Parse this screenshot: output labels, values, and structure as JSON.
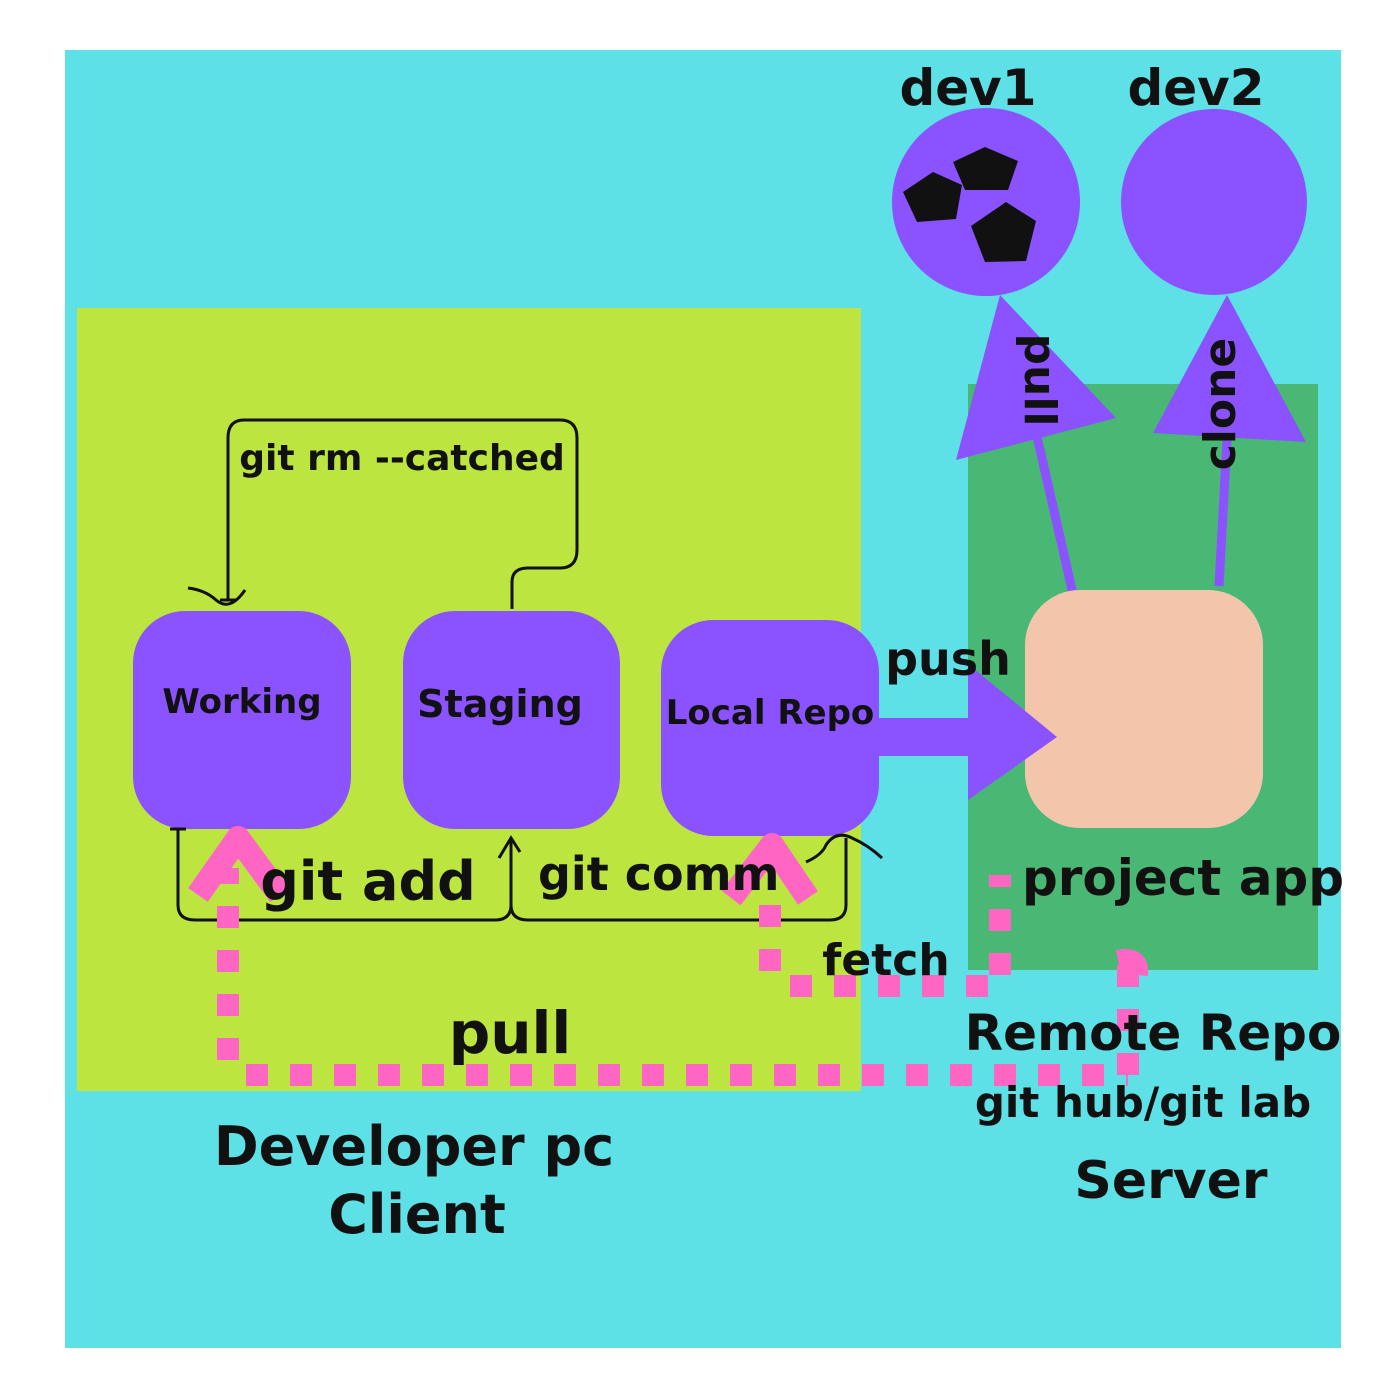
{
  "colors": {
    "canvas": "#5ee1e6",
    "client_panel": "#bce63f",
    "server_panel": "#48b874",
    "node": "#8b52ff",
    "project_app": "#f3c6ac",
    "dashed": "#ff66c4",
    "ink": "#111111"
  },
  "labels": {
    "dev1": "dev1",
    "dev2": "dev2",
    "pull_dev1": "pull",
    "clone_dev2": "clone",
    "git_rm": "git rm --catched",
    "working": "Working",
    "staging": "Staging",
    "local_repo": "Local Repo",
    "push": "push",
    "git_add": "git add",
    "git_commit": "git comm",
    "project_app": "project app",
    "fetch": "fetch",
    "pull_client": "pull",
    "remote_repo": "Remote Repo",
    "git_hub_lab": "git hub/git lab",
    "server": "Server",
    "developer_pc": "Developer pc",
    "client": "Client"
  },
  "icons": {
    "dev1_avatar": "pentagons-icon",
    "dev2_avatar": "circle-avatar"
  }
}
